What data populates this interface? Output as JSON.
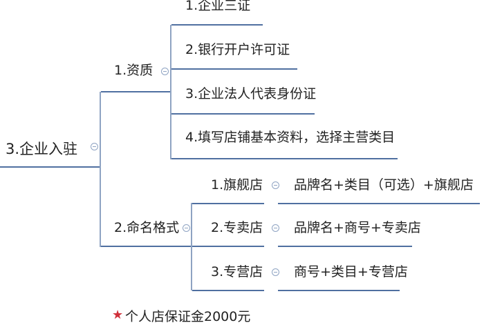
{
  "root": {
    "label": "3.企业入驻"
  },
  "branches": [
    {
      "label": "1.资质",
      "children": [
        {
          "label": "1.企业三证"
        },
        {
          "label": "2.银行开户许可证"
        },
        {
          "label": "3.企业法人代表身份证"
        },
        {
          "label": "4.填写店铺基本资料，选择主营类目"
        }
      ]
    },
    {
      "label": "2.命名格式",
      "children": [
        {
          "label": "1.旗舰店",
          "value": "品牌名+类目（可选）+旗舰店"
        },
        {
          "label": "2.专卖店",
          "value": "品牌名+商号+专卖店"
        },
        {
          "label": "3.专营店",
          "value": "商号+类目+专营店"
        }
      ]
    }
  ],
  "note": {
    "icon": "star-icon",
    "text": "个人店保证金2000元"
  },
  "colors": {
    "line": "#4f6fa0",
    "star": "#d0303a"
  }
}
